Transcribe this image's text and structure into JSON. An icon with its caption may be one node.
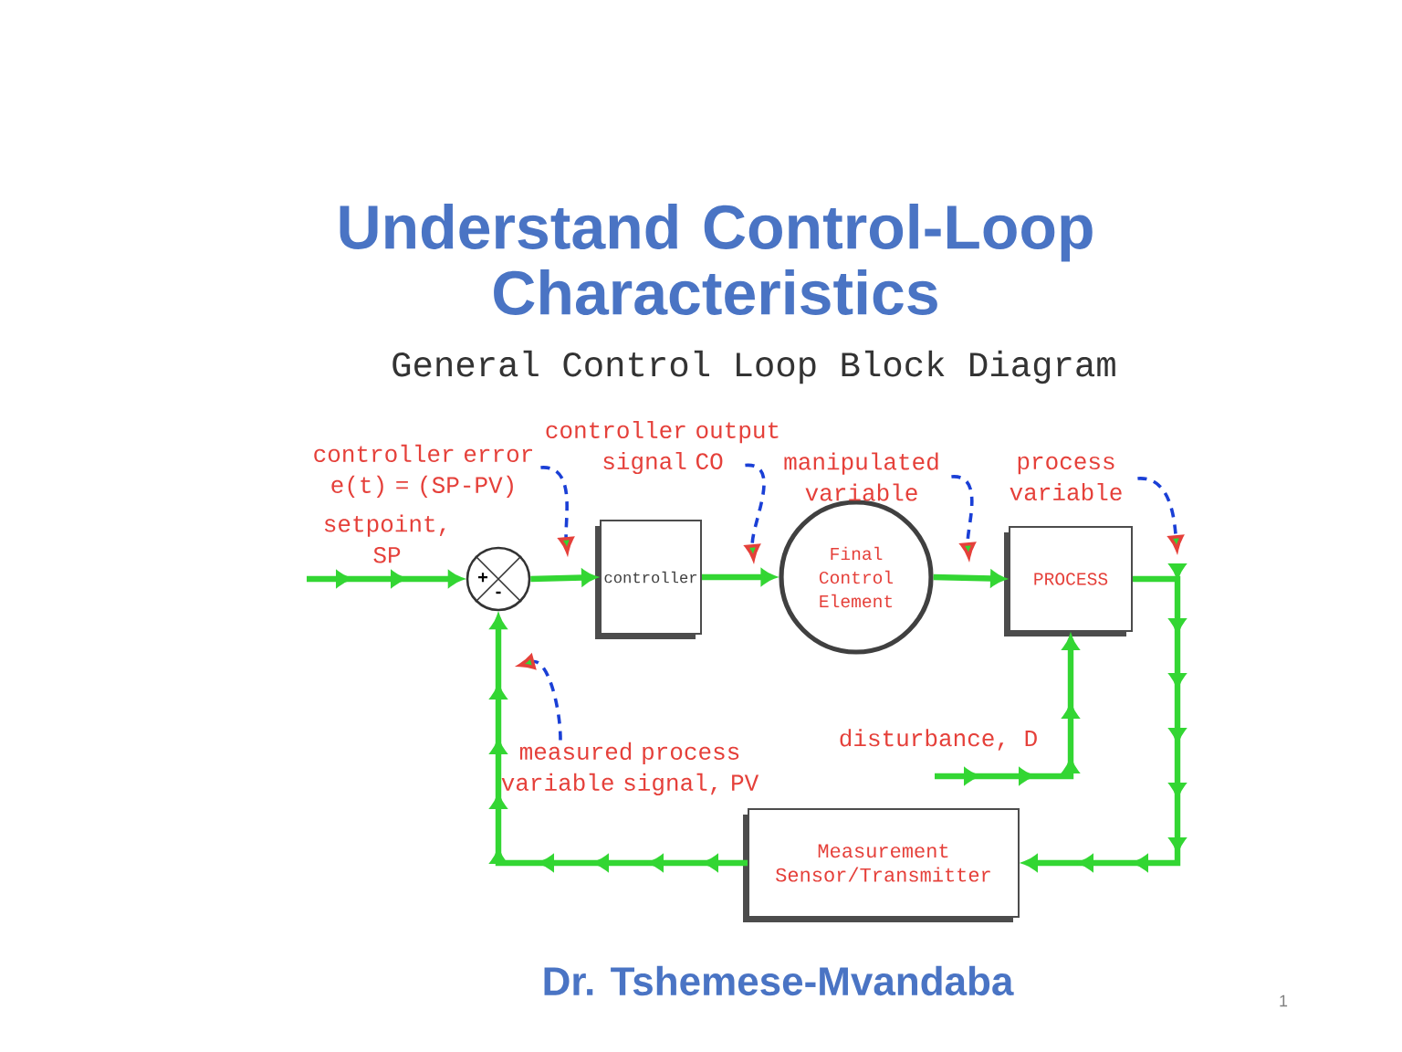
{
  "diagram": {
    "title": "Understand Control-Loop Characteristics",
    "nodes": [
      {
        "text": [
          "+",
          "-"
        ]
      },
      {
        "text": [
          "controller"
        ]
      },
      {
        "text": [
          "Final Control Element"
        ]
      },
      {
        "text": [
          "PROCESS"
        ]
      },
      {
        "text": [
          "Measurement Sensor/Transmitter"
        ]
      },
      {
        "text": [
          "controller error e(t) = (SP-PV)"
        ]
      },
      {
        "text": [
          "controller output signal CO"
        ]
      },
      {
        "text": [
          "manipulated variable"
        ]
      },
      {
        "text": [
          "process variable"
        ]
      },
      {
        "text": [
          "measured process variable signal, PV"
        ]
      }
    ],
    "edges": [
      {
        "from": null,
        "to": 0,
        "arrow": "to",
        "label": "setpoint, SP"
      },
      {
        "from": 0,
        "to": 1,
        "arrow": "to"
      },
      {
        "from": 1,
        "to": 2,
        "arrow": "to"
      },
      {
        "from": 2,
        "to": 3,
        "arrow": "to"
      },
      {
        "from": 3,
        "to": 4,
        "arrow": "to"
      },
      {
        "from": 4,
        "to": 0,
        "arrow": "to"
      },
      {
        "from": null,
        "to": 3,
        "arrow": "to",
        "label": "disturbance, D"
      },
      {
        "from": 5,
        "to": null,
        "arrow": "to",
        "style": "dashed",
        "color": "#1a3fd6"
      },
      {
        "from": 6,
        "to": null,
        "arrow": "to",
        "style": "dashed",
        "color": "#1a3fd6"
      },
      {
        "from": 7,
        "to": null,
        "arrow": "to",
        "style": "dashed",
        "color": "#1a3fd6"
      },
      {
        "from": 8,
        "to": null,
        "arrow": "to",
        "style": "dashed",
        "color": "#1a3fd6"
      },
      {
        "from": 9,
        "to": null,
        "arrow": "to",
        "style": "dashed",
        "color": "#1a3fd6"
      }
    ],
    "labels": [
      "General Control Loop Block Diagram",
      "Dr. Tshemese-Mvandaba",
      "1"
    ]
  }
}
